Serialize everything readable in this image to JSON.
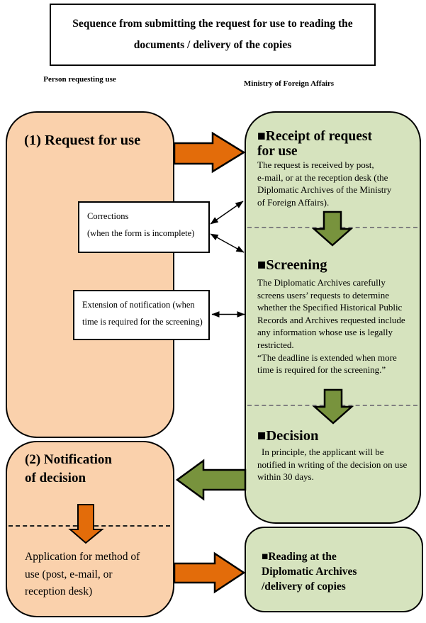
{
  "title": "Sequence from submitting the request for use to reading the\ndocuments / delivery of the copies",
  "columns": {
    "left": "Person requesting use",
    "right": "Ministry of Foreign Affairs"
  },
  "person": {
    "request_title": "(1) Request for use",
    "corrections": "Corrections\n(when the form is incomplete)",
    "extension": "Extension of notification (when\ntime is required for the screening)",
    "notification_title": "(2) Notification\nof decision",
    "application_text": "Application for method of\nuse (post, e-mail, or\nreception desk)"
  },
  "ministry": {
    "receipt_heading": "■Receipt of request\nfor use",
    "receipt_body": "The request is received by post,\ne-mail, or at the reception desk (the\nDiplomatic Archives of the Ministry\nof Foreign Affairs).",
    "screening_heading": "■Screening",
    "screening_body": "The Diplomatic Archives carefully\nscreens users’ requests to determine\nwhether the Specified Historical Public\nRecords and Archives requested include\nany information whose use is legally\nrestricted.\n“The deadline is extended when more\ntime is required for the screening.”",
    "decision_heading": "■Decision",
    "decision_body": "In principle, the applicant will be\nnotified in writing of the decision on use\nwithin 30 days.",
    "reading_heading": "■Reading at the\nDiplomatic Archives\n/delivery of copies"
  },
  "colors": {
    "peach": "#FAD1AC",
    "green_light": "#D6E3BE",
    "orange_arrow": "#E36C0A",
    "green_arrow": "#78933D",
    "dash_gray": "#808080",
    "dash_dark": "#1F1F1F"
  }
}
